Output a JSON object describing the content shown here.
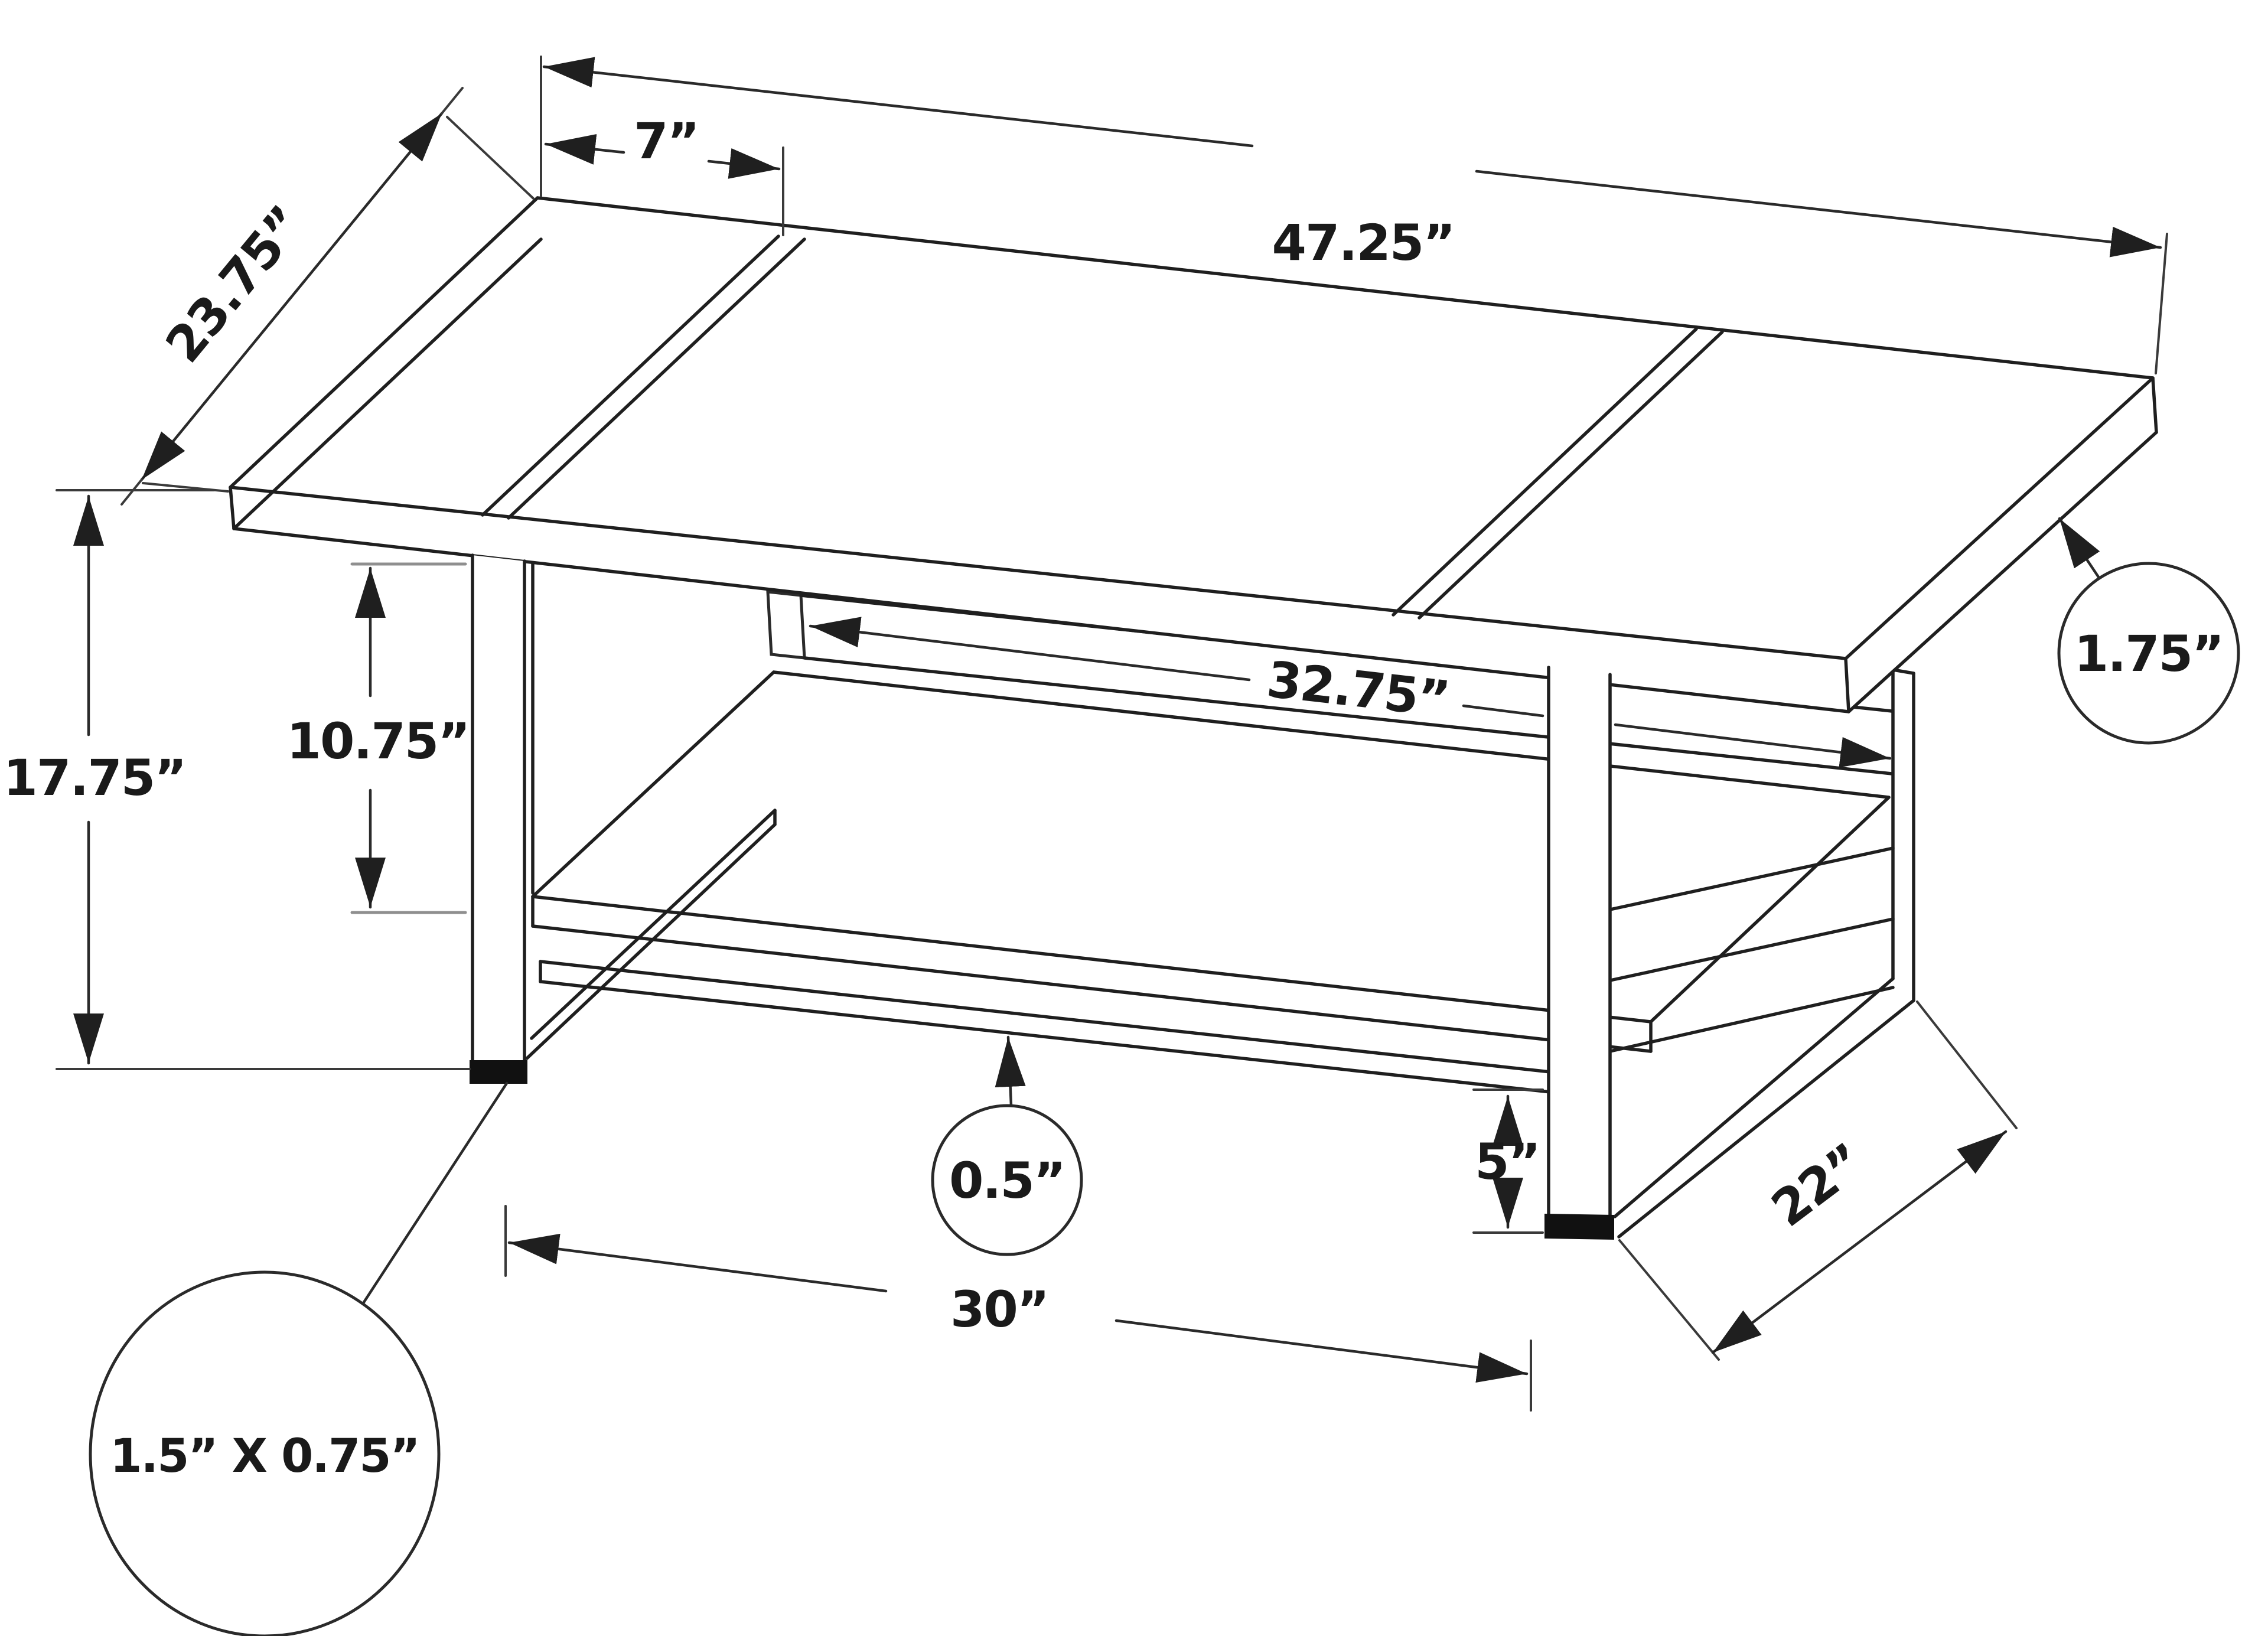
{
  "figure": {
    "type": "technical-dimension-diagram",
    "subject": "perspective line drawing of a rectangular coffee table with lower shelf and metal sled legs",
    "units": "inches"
  },
  "colors": {
    "background": "#ffffff",
    "line": "#1f1f1f",
    "dimension_line": "#2a2a2a",
    "gray_tick": "#8f8f8f",
    "text": "#1a1a1a"
  },
  "dimensions": {
    "top_length": {
      "label": "47.25”",
      "measures": "tabletop overall length"
    },
    "top_depth": {
      "label": "23.75”",
      "measures": "tabletop overall depth"
    },
    "plank_offset": {
      "label": "7”",
      "measures": "end plank width on tabletop"
    },
    "overall_height": {
      "label": "17.75”",
      "measures": "floor to tabletop height"
    },
    "shelf_clearance": {
      "label": "10.75”",
      "measures": "tabletop underside to shelf"
    },
    "stretcher_length": {
      "label": "32.75”",
      "measures": "back stretcher bar length"
    },
    "top_thickness": {
      "label": "1.75”",
      "measures": "tabletop thickness",
      "callout": "circle"
    },
    "frame_thickness": {
      "label": "0.5”",
      "measures": "shelf frame bar thickness",
      "callout": "circle"
    },
    "frame_to_floor": {
      "label": "5”",
      "measures": "shelf frame to floor"
    },
    "leg_span": {
      "label": "30”",
      "measures": "clear span between legs"
    },
    "side_depth": {
      "label": "22”",
      "measures": "leg frame depth"
    },
    "leg_profile": {
      "label": "1.5” X 0.75”",
      "measures": "leg tube profile",
      "callout": "ellipse"
    }
  }
}
